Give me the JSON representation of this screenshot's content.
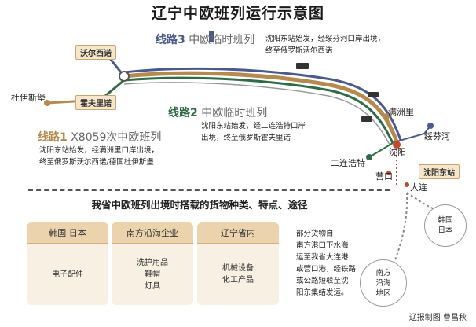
{
  "title": "辽宁中欧班列运行示意图",
  "stations": {
    "manzhouli_box": "沃尔西诺",
    "zabaikalsk_box": "霍夫里诺",
    "shenyang_east": "沈阳东站"
  },
  "cities": {
    "duisburg": "杜伊斯堡",
    "manzhouli": "满洲里",
    "suifenhe": "绥芬河",
    "shenyang": "沈阳",
    "erlianhot": "二连浩特",
    "yingkou": "营口",
    "dalian": "大连"
  },
  "routes": [
    {
      "num": "线路3",
      "name": "中欧临时班列",
      "note": [
        "沈阳东站始发，经绥芬河口岸出境，",
        "终至俄罗斯沃尔西诺"
      ]
    },
    {
      "num": "线路2",
      "name": "中欧临时班列",
      "note": [
        "沈阳东站始发，经二连浩特口岸",
        "出境，终至俄罗斯霍夫里诺"
      ]
    },
    {
      "num": "线路1",
      "name": "X8059次中欧班列",
      "note": [
        "沈阳东站始发，经满洲里口岸出境，",
        "终至俄罗斯沃尔西诺/德国杜伊斯堡"
      ]
    }
  ],
  "subtitle": "我省中欧班列出境时搭载的货物种类、特点、途径",
  "cards": [
    {
      "head": "韩国  日本",
      "items": [
        "电子配件"
      ]
    },
    {
      "head": "南方沿海企业",
      "items": [
        "洗护用品",
        "鞋帽",
        "灯具"
      ]
    },
    {
      "head": "辽宁省内",
      "items": [
        "机械设备",
        "化工产品"
      ]
    }
  ],
  "side_note": [
    "部分货物自",
    "南方港口下水海",
    "运至我省大连港",
    "或营口港，经铁路",
    "或公路短驳至沈",
    "阳东集结发运。"
  ],
  "korea_japan": [
    "韩国",
    "日本"
  ],
  "south_coast": [
    "南方",
    "沿海",
    "地区"
  ],
  "credit": "辽报制图  曹昌秋",
  "colors": {
    "route1": "#b58a4e",
    "route2": "#2e6b46",
    "route3": "#4b5a8c",
    "accent": "#c24a2c"
  }
}
